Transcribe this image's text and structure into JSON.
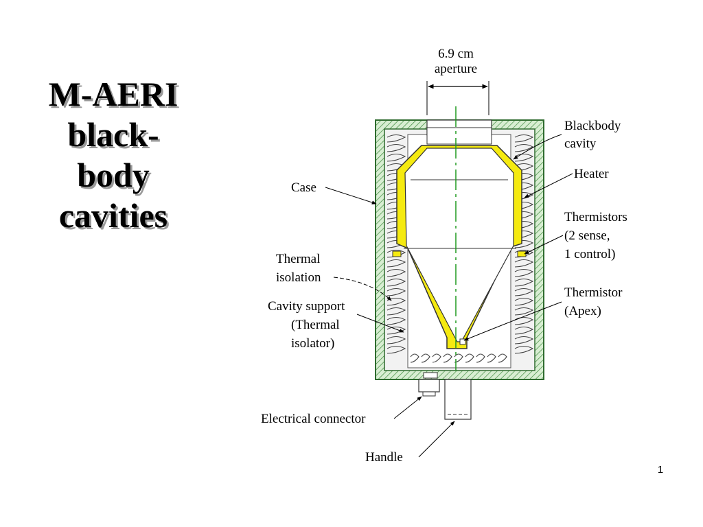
{
  "slide": {
    "title_lines": [
      "M-AERI",
      "black-",
      "body",
      "cavities"
    ],
    "page_number": "1"
  },
  "diagram": {
    "aperture": {
      "line1": "6.9 cm",
      "line2": "aperture"
    },
    "labels": {
      "case": "Case",
      "thermal_isolation": [
        "Thermal",
        "isolation"
      ],
      "cavity_support": [
        "Cavity support",
        "(Thermal",
        "isolator)"
      ],
      "electrical_connector": "Electrical connector",
      "handle": "Handle",
      "blackbody_cavity": [
        "Blackbody",
        "cavity"
      ],
      "heater": "Heater",
      "thermistors": [
        "Thermistors",
        "(2 sense,",
        "1 control)"
      ],
      "thermistor_apex": [
        "Thermistor",
        "(Apex)"
      ]
    },
    "colors": {
      "case_wall": "#cfe8c8",
      "case_outline": "#2e6b2e",
      "cavity_yellow": "#f5ea10",
      "centerline": "#1e9a1e",
      "insulation_fill": "#f2f2f2"
    }
  }
}
